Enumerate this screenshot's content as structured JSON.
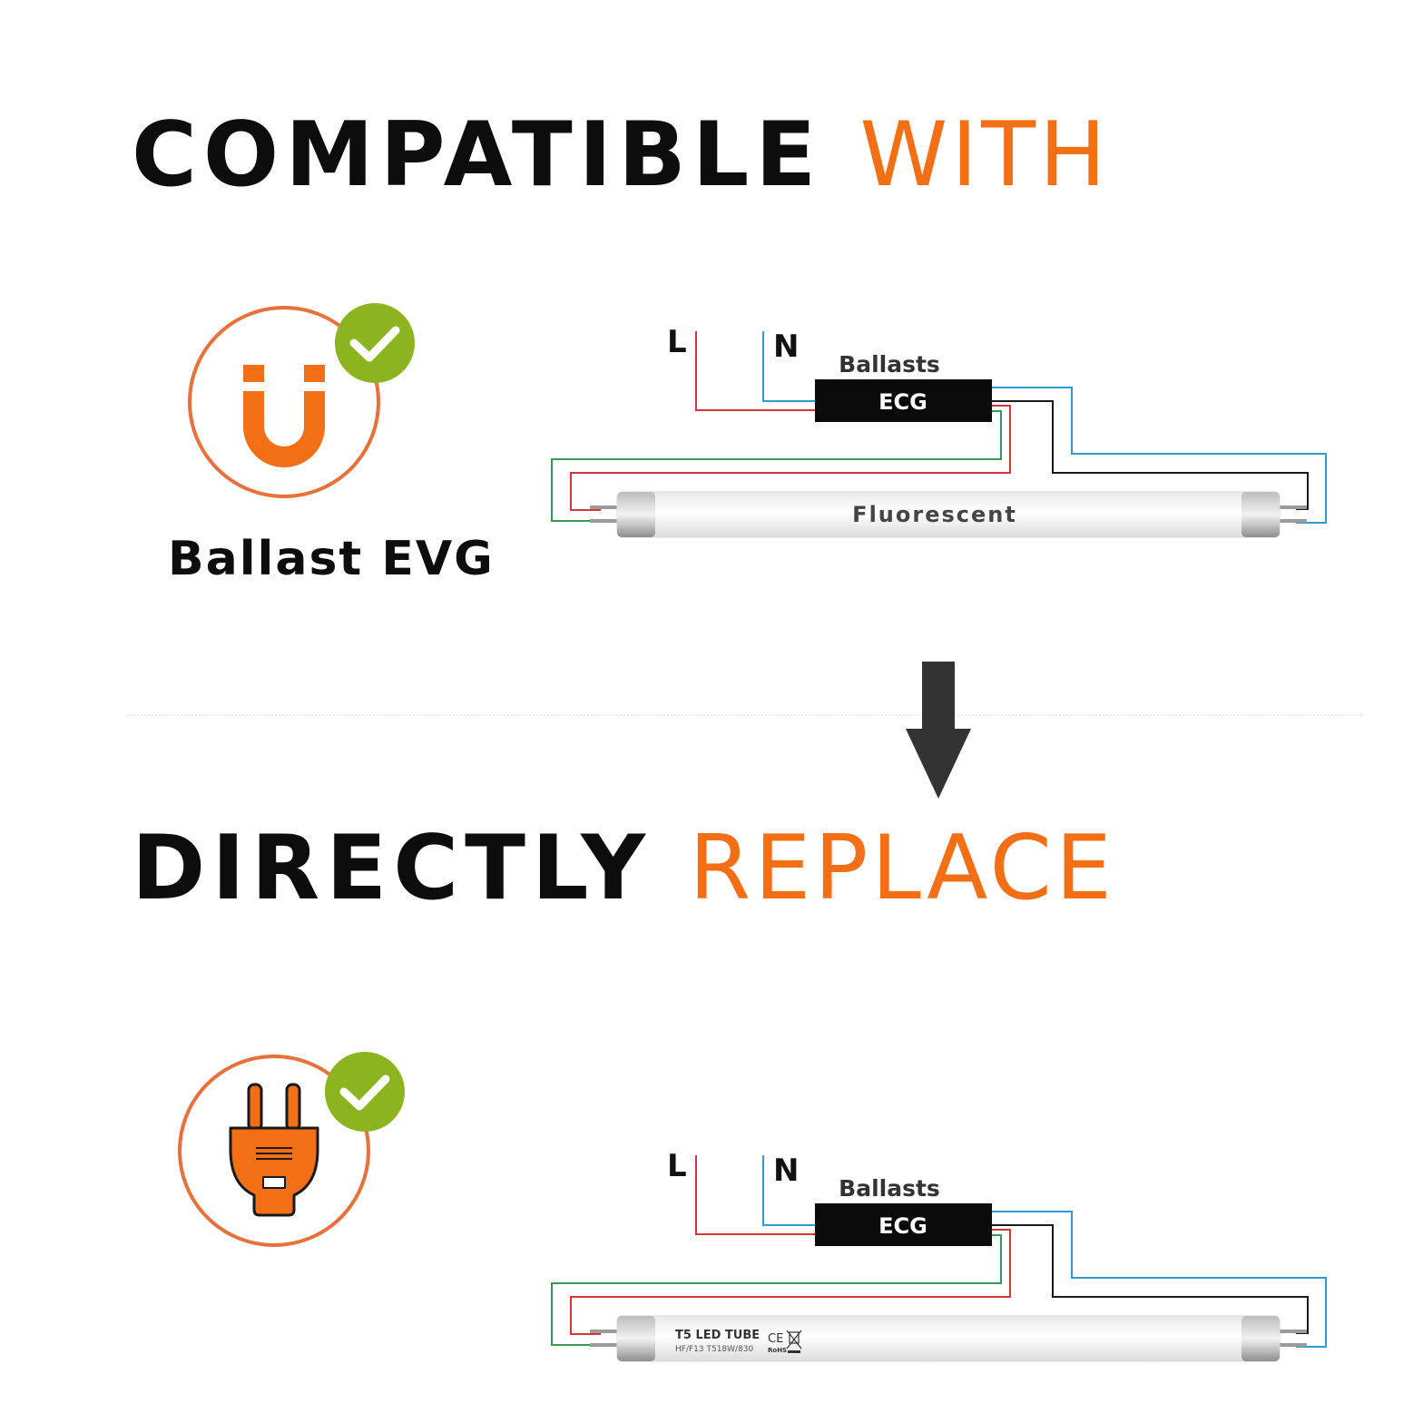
{
  "headings": {
    "compatible": {
      "dark": "COMPATIBLE",
      "accent": "WITH"
    },
    "replace": {
      "dark": "DIRECTLY",
      "accent": "REPLACE"
    }
  },
  "badges": {
    "ballast": {
      "label": "Ballast EVG",
      "icon": "magnet-icon",
      "check": "checkmark-icon"
    },
    "mains": {
      "label": "",
      "icon": "plug-icon",
      "check": "checkmark-icon"
    }
  },
  "arrow": {
    "icon": "arrow-down-icon"
  },
  "wiring_top": {
    "live_label": "L",
    "neutral_label": "N",
    "ballast_caption": "Ballasts",
    "ballast_box": "ECG",
    "tube_label": "Fluorescent"
  },
  "wiring_bottom": {
    "live_label": "L",
    "neutral_label": "N",
    "ballast_caption": "Ballasts",
    "ballast_box": "ECG",
    "tube_title": "T5 LED TUBE",
    "tube_spec": "HF/F13 T518W/830",
    "cert_ce": "CE",
    "cert_rohs": "RoHS"
  },
  "colors": {
    "accent": "#f36f16",
    "ring": "#e8703a",
    "check_green": "#8cb41f",
    "wire_live": "#d9343c",
    "wire_neutral": "#2f9ad6",
    "wire_green": "#2f9d5c",
    "wire_black": "#1a1a1a"
  }
}
